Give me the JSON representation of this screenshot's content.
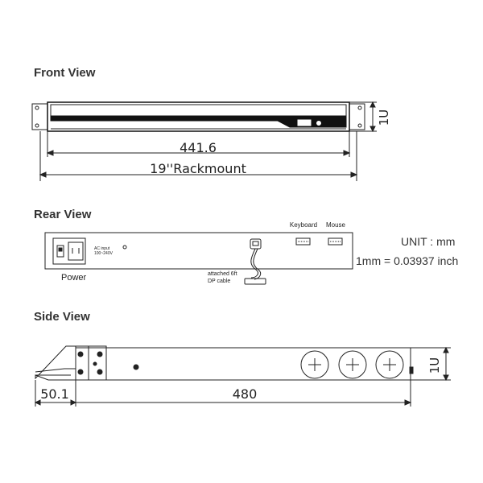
{
  "front": {
    "title": "Front View",
    "dim_inner": "441.6",
    "dim_outer": "19''Rackmount",
    "height_label": "1U"
  },
  "rear": {
    "title": "Rear View",
    "power_label": "Power",
    "ac_input_line1": "AC input",
    "ac_input_line2": "100~240V",
    "keyboard_label": "Keyboard",
    "mouse_label": "Mouse",
    "cable_line1": "attached 6ft",
    "cable_line2": "DP cable"
  },
  "unit": {
    "line1": "UNIT : mm",
    "line2": "1mm = 0.03937 inch"
  },
  "side": {
    "title": "Side View",
    "dim_left": "50.1",
    "dim_main": "480",
    "height_label": "1U"
  }
}
